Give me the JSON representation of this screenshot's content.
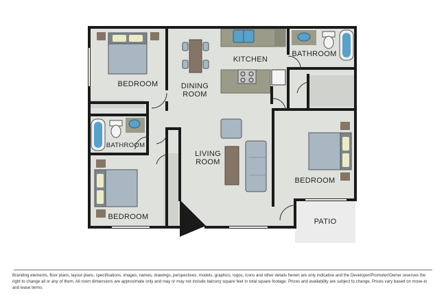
{
  "floor_plan": {
    "rooms": [
      {
        "id": "bedroom-1",
        "label": "BEDROOM"
      },
      {
        "id": "dining-room",
        "label": "DINING ROOM",
        "lines": [
          "DINING",
          "ROOM"
        ]
      },
      {
        "id": "kitchen",
        "label": "KITCHEN"
      },
      {
        "id": "bathroom-1",
        "label": "BATHROOM"
      },
      {
        "id": "bathroom-2",
        "label": "BATHROOM"
      },
      {
        "id": "living-room",
        "label": "LIVING ROOM",
        "lines": [
          "LIVING",
          "ROOM"
        ]
      },
      {
        "id": "bedroom-2",
        "label": "BEDROOM"
      },
      {
        "id": "bedroom-3",
        "label": "BEDROOM"
      },
      {
        "id": "patio",
        "label": "PATIO"
      }
    ],
    "colors": {
      "wall": "#1a1a1a",
      "floor": "#dfe1dd",
      "furniture_gray": "#a9b7c3",
      "counter": "#9b9b8a",
      "wood": "#857566",
      "pillow": "#ecebc7",
      "patio": "#ececec"
    }
  },
  "disclaimer": "Branding elements, floor plans, layout plans, specifications, images, names, drawings, perspectives, models, graphics, logos, icons and other details herein are only indicative and the Developer/Promoter/Owner reserves the right to change all or any of them. All room dimensions are approximate only and may or may not include balcony square feet in total square footage. Prices and availability are subject to change. Prices vary based on move-in and lease terms."
}
